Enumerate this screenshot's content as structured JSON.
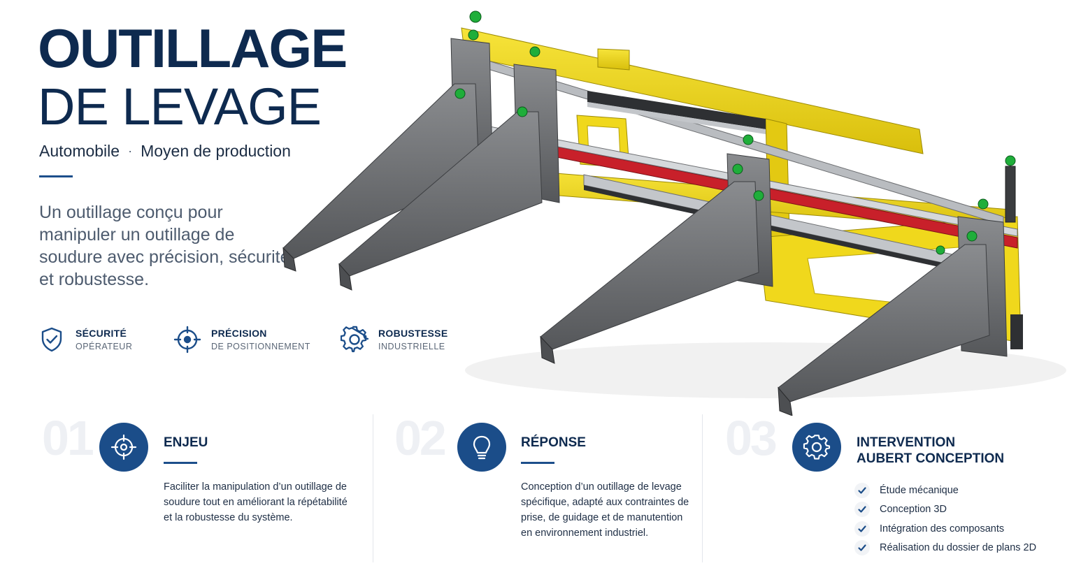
{
  "header": {
    "title_main": "OUTILLAGE",
    "title_sub": "DE LEVAGE",
    "tags": [
      "Automobile",
      "Moyen de production"
    ],
    "tag_separator": "·",
    "lead": "Un outillage conçu pour manipuler un outillage de soudure avec précision, sécurité et robustesse."
  },
  "features": [
    {
      "title": "SÉCURITÉ",
      "subtitle": "OPÉRATEUR",
      "icon": "shield-check-icon"
    },
    {
      "title": "PRÉCISION",
      "subtitle": "DE POSITIONNEMENT",
      "icon": "target-icon"
    },
    {
      "title": "ROBUSTESSE",
      "subtitle": "INDUSTRIELLE",
      "icon": "gear-icon"
    }
  ],
  "sections": [
    {
      "number": "01",
      "title": "ENJEU",
      "icon": "target-icon",
      "text": "Faciliter la manipulation d’un outillage de soudure tout en améliorant la répétabilité et la robustesse du système."
    },
    {
      "number": "02",
      "title": "RÉPONSE",
      "icon": "lightbulb-icon",
      "text": "Conception d’un outillage de levage spécifique, adapté aux contraintes de prise, de guidage et de manutention en environnement industriel."
    },
    {
      "number": "03",
      "title_line1": "INTERVENTION",
      "title_line2": "AUBERT CONCEPTION",
      "icon": "gear-icon",
      "checklist": [
        "Étude mécanique",
        "Conception 3D",
        "Intégration des composants",
        "Réalisation du dossier de plans 2D"
      ]
    }
  ],
  "colors": {
    "navy": "#0e2a4f",
    "accent_blue": "#1b4d89",
    "frame_yellow": "#f2d91a",
    "arm_gray": "#6d6f72",
    "rail_red": "#c8202a",
    "knob_green": "#1fae3a"
  }
}
